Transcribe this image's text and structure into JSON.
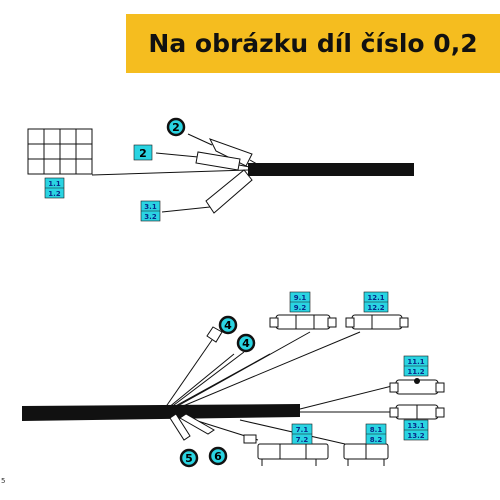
{
  "banner": {
    "title": "Na obrázku díl číslo 0,2"
  },
  "colors": {
    "banner_bg": "#f5bd1f",
    "label_fill": "#2ad4e2",
    "harness": "#111111"
  },
  "top_assembly": {
    "callouts": [
      "2",
      "2"
    ],
    "tags": [
      {
        "line1": "1.1",
        "line2": "1.2"
      },
      {
        "line1": "3.1",
        "line2": "3.2"
      }
    ]
  },
  "bottom_assembly": {
    "callouts": [
      "4",
      "4",
      "5",
      "6"
    ],
    "tags": [
      {
        "line1": "9.1",
        "line2": "9.2"
      },
      {
        "line1": "12.1",
        "line2": "12.2"
      },
      {
        "line1": "11.1",
        "line2": "11.2"
      },
      {
        "line1": "13.1",
        "line2": "13.2"
      },
      {
        "line1": "7.1",
        "line2": "7.2"
      },
      {
        "line1": "8.1",
        "line2": "8.2"
      }
    ]
  },
  "corner_mark": "5"
}
